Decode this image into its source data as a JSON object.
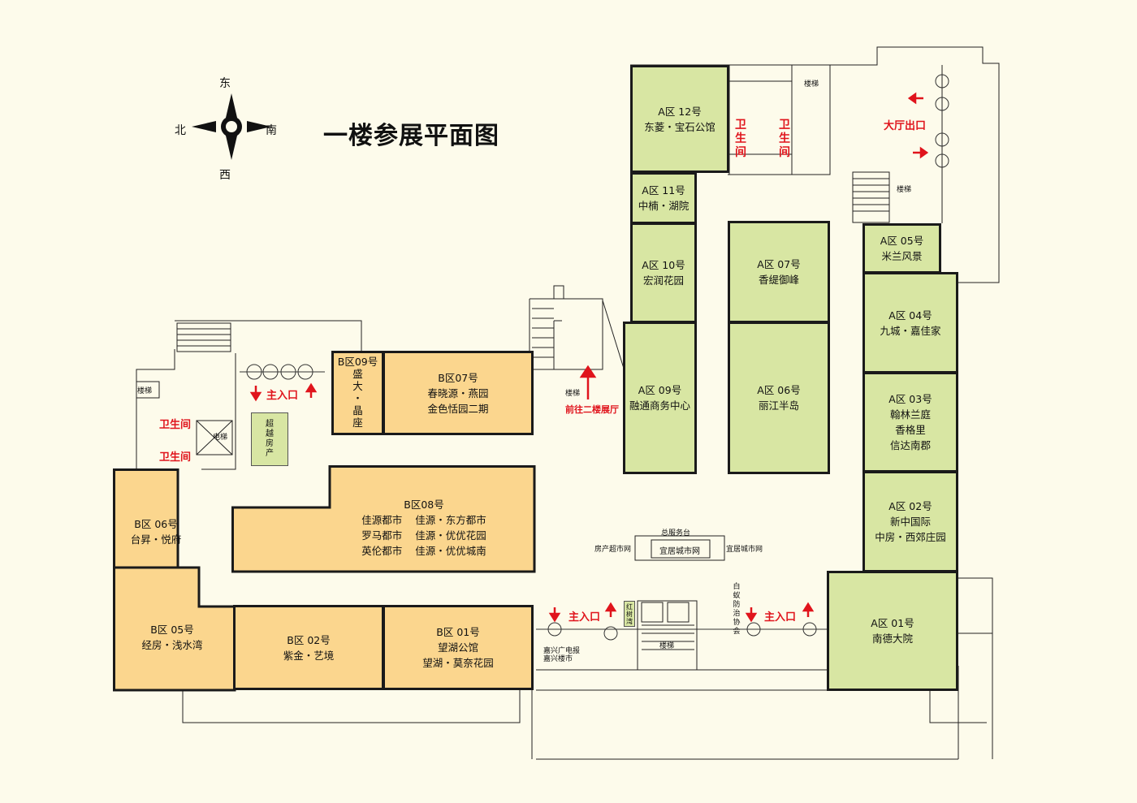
{
  "title": "一楼参展平面图",
  "compass": {
    "north": "北",
    "east": "东",
    "south": "南",
    "west": "西"
  },
  "zone_a": [
    {
      "id": "a12",
      "code": "A区 12号",
      "name": "东菱・宝石公馆"
    },
    {
      "id": "a11",
      "code": "A区 11号",
      "name": "中楠・湖院"
    },
    {
      "id": "a10",
      "code": "A区 10号",
      "name": "宏润花园"
    },
    {
      "id": "a09",
      "code": "A区 09号",
      "name": "融通商务中心"
    },
    {
      "id": "a07",
      "code": "A区 07号",
      "name": "香缇御峰"
    },
    {
      "id": "a06",
      "code": "A区 06号",
      "name": "丽江半岛"
    },
    {
      "id": "a05",
      "code": "A区 05号",
      "name": "米兰风景"
    },
    {
      "id": "a04",
      "code": "A区 04号",
      "name": "九城・嘉佳家"
    },
    {
      "id": "a03",
      "code": "A区 03号",
      "name": "翰林兰庭\n香格里\n信达南郡"
    },
    {
      "id": "a02",
      "code": "A区 02号",
      "name": "新中国际\n中房・西郊庄园"
    },
    {
      "id": "a01",
      "code": "A区 01号",
      "name": "南德大院"
    }
  ],
  "zone_b": [
    {
      "id": "b09",
      "code": "B区09号",
      "name": "盛\n大\n・\n晶\n座"
    },
    {
      "id": "b07",
      "code": "B区07号",
      "name": "春晓源・燕园\n金色恬园二期"
    },
    {
      "id": "b08",
      "code": "B区08号",
      "name": "佳源都市    佳源・东方都市\n罗马都市    佳源・优优花园\n英伦都市    佳源・优优城南"
    },
    {
      "id": "b06",
      "code": "B区 06号",
      "name": "台昇・悦府"
    },
    {
      "id": "b05",
      "code": "B区 05号",
      "name": "经房・浅水湾"
    },
    {
      "id": "b02",
      "code": "B区 02号",
      "name": "紫金・艺境"
    },
    {
      "id": "b01",
      "code": "B区  01号",
      "name": "望湖公馆\n望湖・莫奈花园"
    }
  ],
  "labels": {
    "exit_hall": "大厅出口",
    "restroom": "卫生间",
    "main_entrance": "主入口",
    "to_second_floor": "前往二楼展厅",
    "stairs": "楼梯",
    "elevator": "电梯",
    "service_desk": "总服务台",
    "service_left": "房产超市网",
    "service_center": "宜居城市网",
    "service_right": "宜居城市网",
    "chaoyue": "超越房产",
    "hongshuwan": "红树湾",
    "termite": "白蚁防治协会",
    "jiaxing_1": "嘉兴广电报",
    "jiaxing_2": "嘉兴楼市"
  },
  "colors": {
    "zone_a": "#d8e6a3",
    "zone_b": "#fbd68e",
    "background": "#fdfbeb",
    "red": "#e0141c"
  }
}
